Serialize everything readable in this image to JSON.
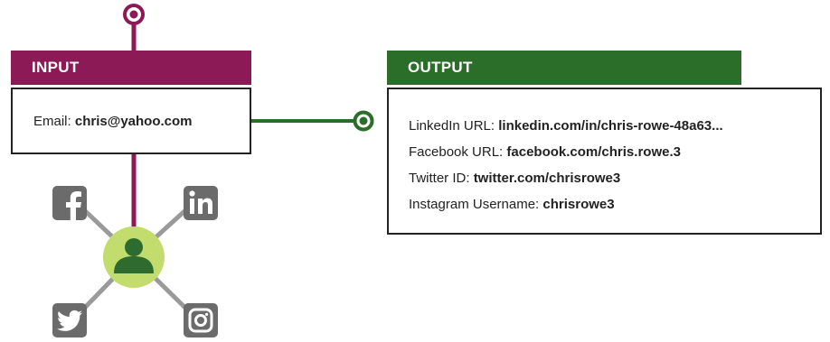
{
  "input": {
    "header": "INPUT",
    "email_label": "Email:",
    "email_value": "chris@yahoo.com"
  },
  "output": {
    "header": "OUTPUT",
    "rows": [
      {
        "label": "LinkedIn URL:",
        "value": "linkedin.com/in/chris-rowe-48a63..."
      },
      {
        "label": "Facebook URL:",
        "value": "facebook.com/chris.rowe.3"
      },
      {
        "label": "Twitter ID:",
        "value": "twitter.com/chrisrowe3"
      },
      {
        "label": "Instagram Username:",
        "value": "chrisrowe3"
      }
    ]
  },
  "icons": {
    "center": "person-icon",
    "social": [
      "facebook-icon",
      "linkedin-icon",
      "twitter-icon",
      "instagram-icon"
    ]
  },
  "colors": {
    "input_accent": "#8b1a57",
    "output_accent": "#2a6e2a",
    "hub": "#c3dc6e",
    "social_gray": "#6b6b6b",
    "spoke_gray": "#9a9a9a"
  }
}
